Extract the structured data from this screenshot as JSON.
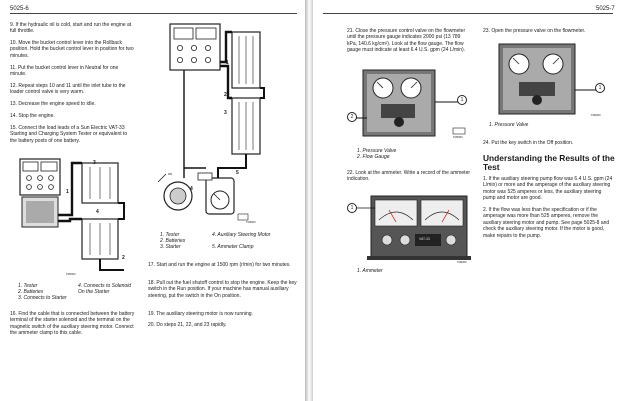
{
  "left_page": {
    "header": "5025-6",
    "steps": [
      "9.  If the hydraulic oil is cold, start and run the engine at full throttle.",
      "10. Move the bucket control lever into the Rollback position. Hold the bucket control lever in position for two minutes.",
      "11. Put the bucket control lever in Neutral for one minute.",
      "12. Repeat steps 10 and 11 until the inlet tube to the loader control valve is very warm.",
      "13. Decrease the engine speed to idle.",
      "14. Stop the engine.",
      "15. Connect the load leads of a Sun Electric VAT-33 Starting and Charging System Tester or equivalent to the battery posts of one battery."
    ],
    "fig1": {
      "callouts": [
        "1",
        "2",
        "3",
        "4",
        "5"
      ],
      "legend": [
        "1.  Tester",
        "2.  Batteries",
        "3.  Starter",
        "4.  Auxiliary Steering Motor",
        "5.  Ammeter Clamp"
      ],
      "code": "TM0000"
    },
    "fig2": {
      "callouts": [
        "3",
        "4",
        "1",
        "2"
      ],
      "legend": [
        "1.  Tester",
        "2.  Batteries",
        "3.  Connects to Starter",
        "4.  Connects to Solenoid On the Starter"
      ],
      "code": "TM0000"
    },
    "step16": "16. Find the cable that is connected between the battery terminal of the starter solenoid and the terminal on the magnetic switch of the auxiliary steering motor. Connect the ammeter clamp to this cable.",
    "steps_b": [
      "17. Start and run the engine at 1500 rpm (r/min) for two minutes.",
      "18. Pull out the fuel shutoff control to stop the engine. Keep the key switch in the Run position. If your machine has manual auxiliary steering, put the switch in the On position.",
      "19. The auxiliary steering motor is now running.",
      "20. Do steps 21, 22, and 23 rapidly."
    ]
  },
  "right_page": {
    "header": "5025-7",
    "step21": "21. Close the pressure control valve on the flowmeter until the pressure gauge indicates 2000 psi (13 789 kPa, 140.6 kg/cm²). Look at the flow gauge. The flow gauge must indicate at least 6.4 U.S. gpm (24 L/min).",
    "fig3": {
      "callouts": [
        "1",
        "2"
      ],
      "legend": [
        "1.  Pressure Valve",
        "2.  Flow Gauge"
      ],
      "code": "TM0000"
    },
    "step22": "22. Look at the ammeter. Write a record of the ammeter indication.",
    "fig4": {
      "callouts": [
        "1"
      ],
      "legend": [
        "1.  Ammeter"
      ],
      "code": "TM0000",
      "model": "VAT-33"
    },
    "step23": "23. Open the pressure valve on the flowmeter.",
    "fig5": {
      "callouts": [
        "1"
      ],
      "legend": [
        "1.  Pressure Valve"
      ],
      "code": "TM0000"
    },
    "step24": "24. Put the key switch in the Off position.",
    "section_title": "Understanding the Results of the Test",
    "results": [
      "1.  If the auxiliary steering pump flow was 6.4 U.S. gpm (24 L/min) or more and the amperage of the auxiliary steering motor was 525 amperes or less, the auxiliary steering pump and motor are good.",
      "2.  If the flow was less than the specification or if the amperage was more than 525 amperes, remove the auxiliary steering motor and pump. See page 5025-8 and check the auxiliary steering motor. If the motor is good, make repairs to the pump."
    ]
  }
}
